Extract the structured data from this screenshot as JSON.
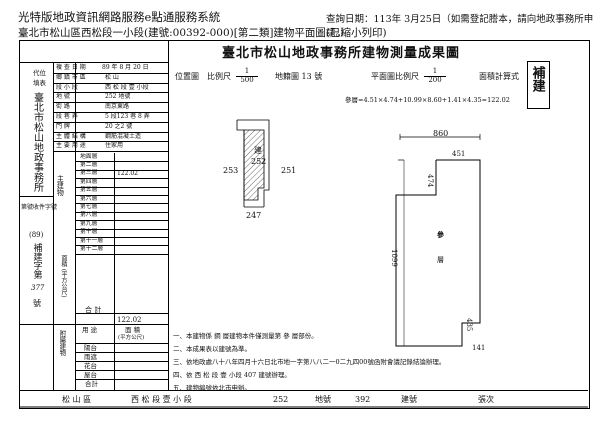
{
  "header": {
    "system_title": "光特版地政資訊網路服務e點通服務系統",
    "query_date": "查詢日期：113年 3月25日（如需登記謄本，請向地政事務所申請。）",
    "subtitle": "臺北市松山區西松段一小段(建號:00392-000)[第二類]建物平面圖(已縮小列印)"
  },
  "sheet": {
    "title": "臺北市松山地政事務所建物測量成果圖",
    "supplement_stamp": "補建",
    "left_col": {
      "label_unit": "代位",
      "label_fill": "填表",
      "office_name": "臺北市松山地政事務所",
      "applicant_label": "第號收件字號",
      "year_code": "(89)",
      "supplement_label": "補建字第",
      "sheet_no": "號",
      "handwritten_no": "377"
    },
    "info_rows": [
      {
        "label": "複 查 日 期",
        "value": "89 年 8 月 20 日"
      },
      {
        "label": "鄉 鎮 市 區",
        "value": "松  山"
      },
      {
        "label": "段 小 段",
        "value": "西 松 段 壹 小段"
      },
      {
        "label": "地 號",
        "value": "252 地號"
      },
      {
        "label": "街 路",
        "value": "南京東路"
      },
      {
        "label": "段 巷 弄",
        "value": "5 段123 巷 8 弄"
      },
      {
        "label": "門 牌",
        "value": "20 之2 號"
      },
      {
        "label": "主 體 結 構",
        "value": "鋼筋混凝土造"
      },
      {
        "label": "主 要 用 途",
        "value": "住家用"
      }
    ],
    "floor_label": "主建物",
    "area_unit": "面積 (平方公尺)",
    "floors": [
      {
        "name": "地面層",
        "area": ""
      },
      {
        "name": "第二層",
        "area": ""
      },
      {
        "name": "第三層",
        "area": "122.02"
      },
      {
        "name": "第四層",
        "area": ""
      },
      {
        "name": "第五層",
        "area": ""
      },
      {
        "name": "第六層",
        "area": ""
      },
      {
        "name": "第七層",
        "area": ""
      },
      {
        "name": "第八層",
        "area": ""
      },
      {
        "name": "第九層",
        "area": ""
      },
      {
        "name": "第十層",
        "area": ""
      },
      {
        "name": "第十一層",
        "area": ""
      },
      {
        "name": "第十二層",
        "area": ""
      }
    ],
    "total_label": "合  計",
    "total_value": "122.02",
    "accessory": {
      "header_use": "用 途",
      "header_area": "面 積",
      "header_unit": "(平方公尺)",
      "label": "附屬建物",
      "rows": [
        "陽台",
        "雨遮",
        "花台",
        "屋台"
      ],
      "total_label": "合計"
    },
    "location_map": {
      "label": "位置圖",
      "scale_label": "比例尺",
      "scale_num": "1",
      "scale_den": "500",
      "parcel_label": "地籍圖 13 號",
      "lot_center": "252",
      "lot_center_prefix": "建",
      "lot_left": "253",
      "lot_right": "251",
      "lot_bottom": "247"
    },
    "floor_plan": {
      "label": "平面圖比例尺",
      "scale_num": "1",
      "scale_den": "200",
      "method_label": "面積計算式",
      "formula": "參層=4.51×4.74+10.99×8.60+1.41×4.35=122.02",
      "dim_top_outer": "860",
      "dim_top_inner": "451",
      "dim_left": "474",
      "dim_height": "1099",
      "dim_notch": "435",
      "dim_bottom": "141",
      "floor_mark": "參",
      "floor_mark_2": "層"
    },
    "notes": [
      "一、本建物係  鋼  層建物本件僅測量第  參  層部份。",
      "二、本成果表以建號為準。",
      "三、依地政處八十八年四月十六日北市地一字第八八二一0二九四00號函附會議記錄結論辦理。",
      "四、依 西 松 段 壹  小段  407    建號辦理。",
      "五、建物編號依北市申辦。"
    ],
    "footer": {
      "district": "松 山  區",
      "section": "西 松  段  壹  小 段",
      "lot": "252",
      "lot_label": "地號",
      "building": "392",
      "building_label": "建號",
      "sheet_label": "張次"
    }
  }
}
